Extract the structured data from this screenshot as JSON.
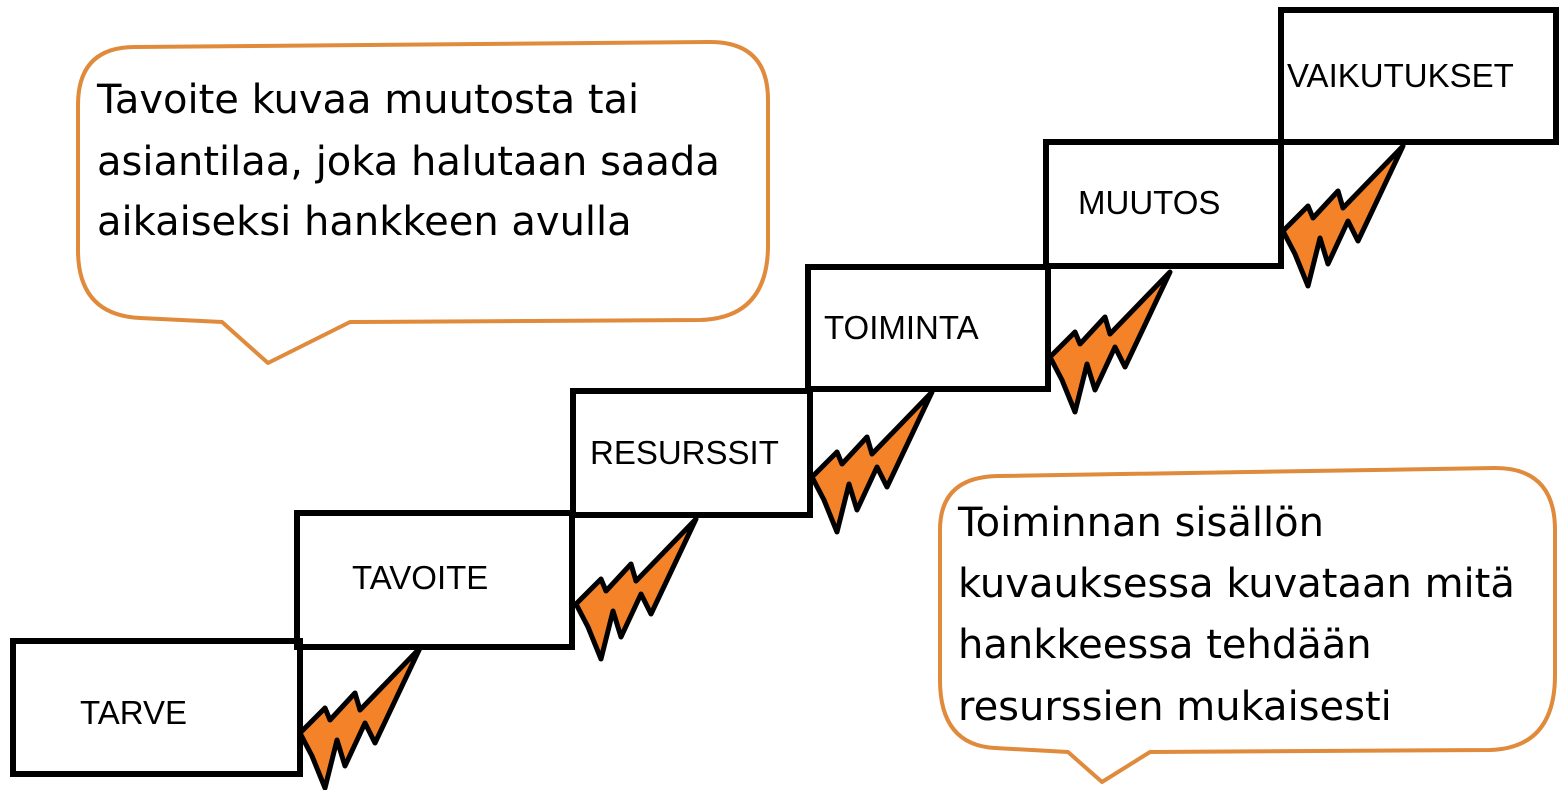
{
  "steps": [
    {
      "label": "TARVE"
    },
    {
      "label": "TAVOITE"
    },
    {
      "label": "RESURSSIT"
    },
    {
      "label": "TOIMINTA"
    },
    {
      "label": "MUUTOS"
    },
    {
      "label": "VAIKUTUKSET"
    }
  ],
  "bubbles": {
    "goal": {
      "lines": [
        "Tavoite kuvaa muutosta tai",
        "asiantilaa, joka halutaan saada",
        "aikaiseksi hankkeen avulla"
      ]
    },
    "content": {
      "lines": [
        "Toiminnan sisällön",
        "kuvauksessa kuvataan mitä",
        "hankkeessa tehdään",
        "resurssien mukaisesti"
      ]
    }
  },
  "colors": {
    "box_stroke": "#000000",
    "bubble_stroke": "#e08a3c",
    "bolt_fill": "#f48228",
    "bolt_stroke": "#000000"
  },
  "icons": {
    "bolt": "lightning-bolt-icon"
  }
}
